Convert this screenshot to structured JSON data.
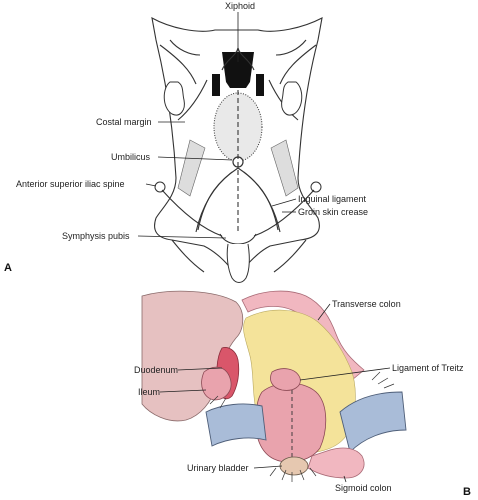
{
  "panel_a": {
    "letter": "A",
    "labels": {
      "xiphoid": "Xiphoid",
      "costal_margin": "Costal margin",
      "umbilicus": "Umbilicus",
      "asis": "Anterior superior iliac spine",
      "inguinal_ligament": "Inguinal ligament",
      "groin_crease": "Groin skin crease",
      "symphysis": "Symphysis pubis"
    }
  },
  "panel_b": {
    "letter": "B",
    "labels": {
      "transverse_colon": "Transverse colon",
      "duodenum": "Duodenum",
      "treitz": "Ligament of Treitz",
      "ileum": "Ileum",
      "bladder": "Urinary bladder",
      "sigmoid": "Sigmoid colon"
    }
  },
  "colors": {
    "liver": "#e6c1c1",
    "colon": "#f1b7c0",
    "mesentery": "#f4e39a",
    "retractor": "#a9bcd8",
    "bowel": "#e9a3ad",
    "duodenum_red": "#d9566a"
  }
}
